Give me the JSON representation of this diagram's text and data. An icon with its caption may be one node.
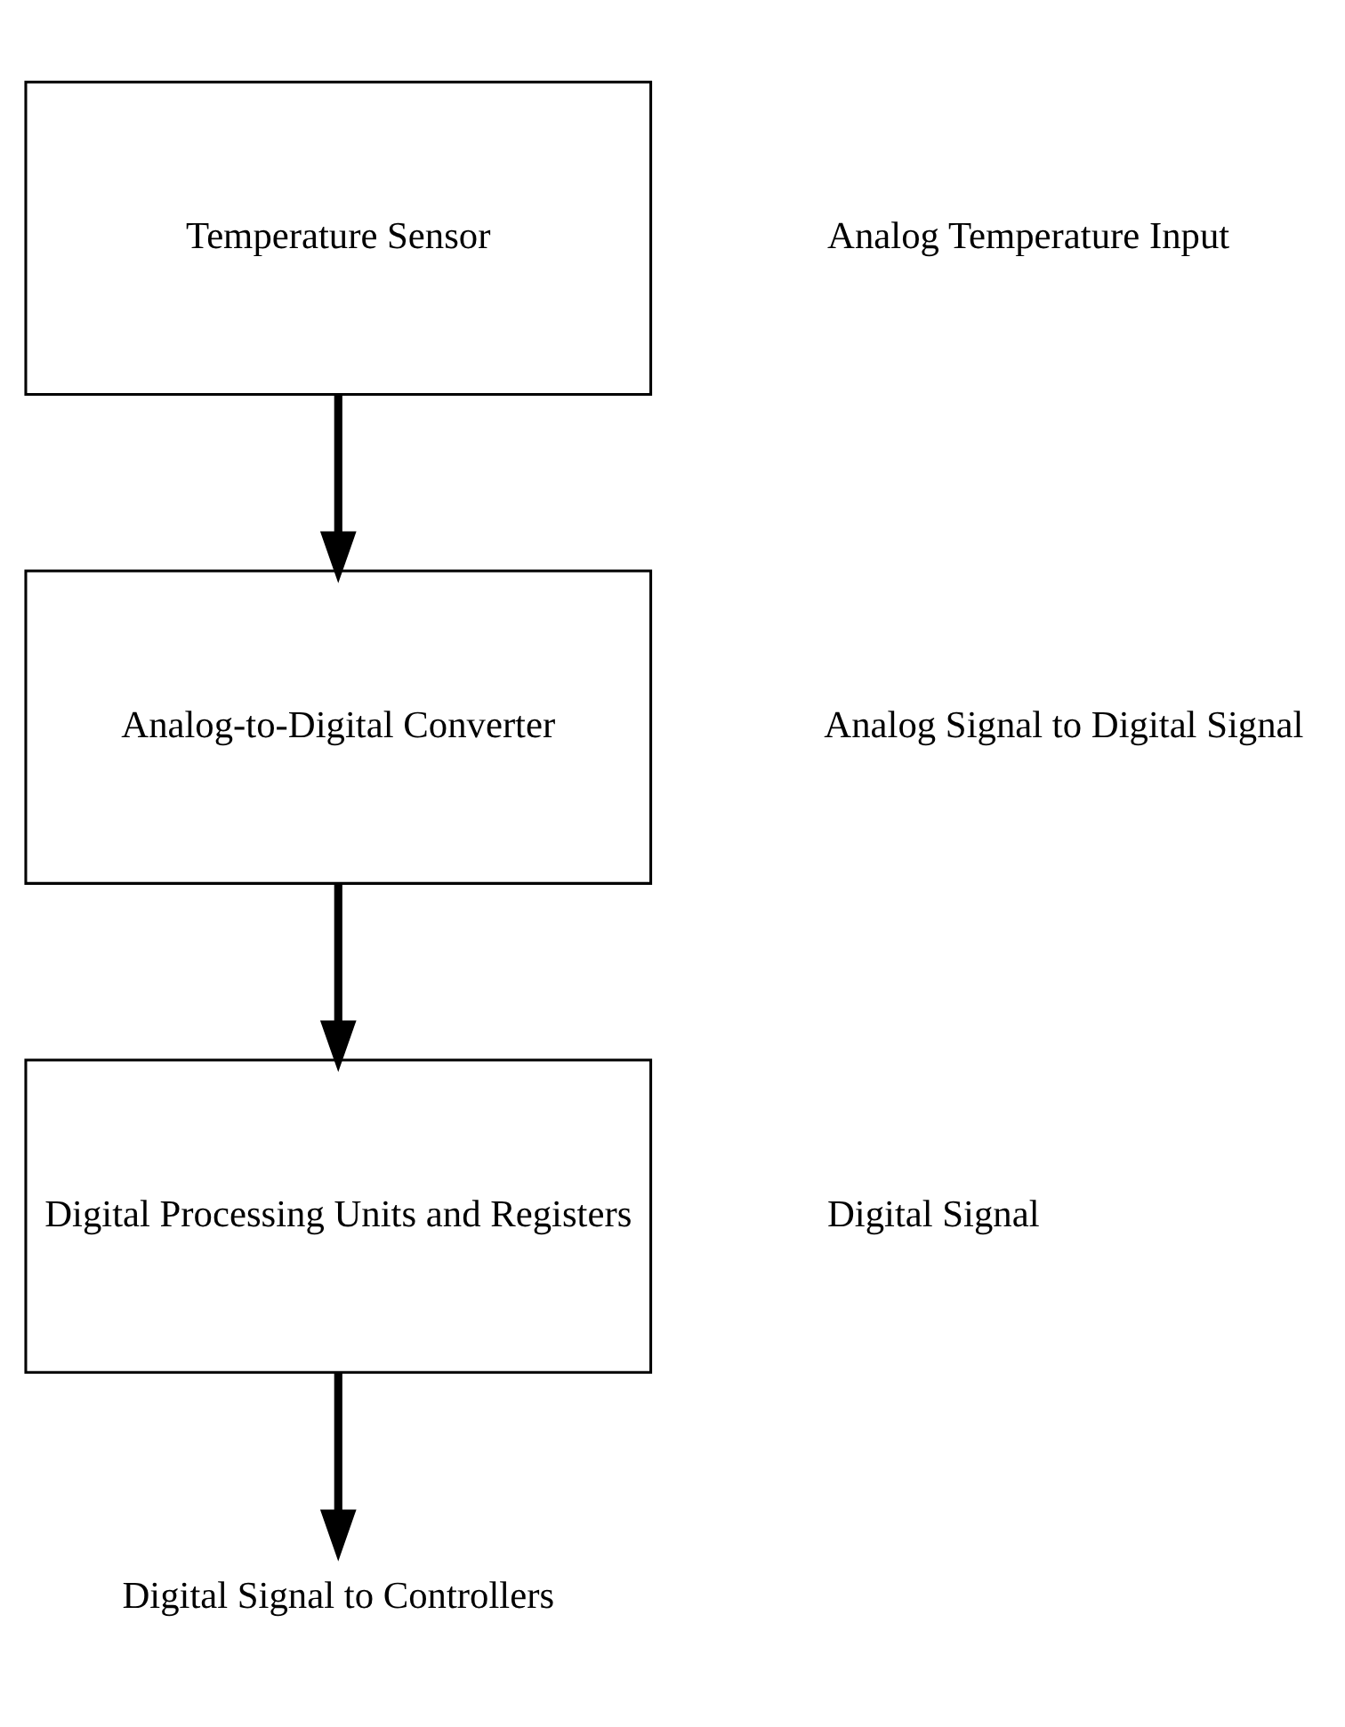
{
  "diagram": {
    "nodes": [
      {
        "text": [
          "Temperature Sensor"
        ]
      },
      {
        "text": [
          "Analog-to-Digital Converter"
        ]
      },
      {
        "text": [
          "Digital Processing Units and Registers"
        ]
      },
      {
        "text": [
          "Digital Signal to Controllers"
        ]
      }
    ],
    "edges": [
      {
        "from": 0,
        "to": 1,
        "arrow": "to"
      },
      {
        "from": 1,
        "to": 2,
        "arrow": "to"
      },
      {
        "from": 2,
        "to": 3,
        "arrow": "to"
      }
    ],
    "labels": [
      "Analog Temperature Input",
      "Analog Signal to Digital Signal",
      "Digital Signal"
    ]
  }
}
